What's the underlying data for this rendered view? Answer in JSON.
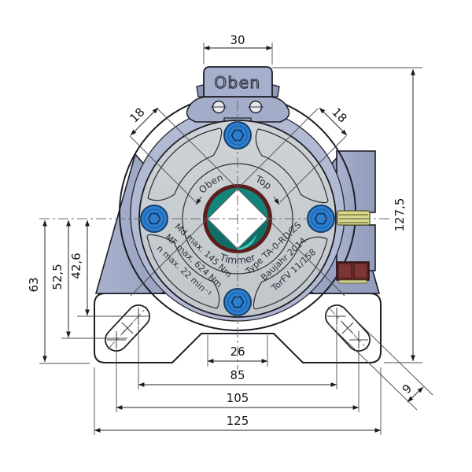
{
  "drawing": {
    "type": "technical-dimension-drawing",
    "units_style": "german-decimal-comma"
  },
  "dimensions": {
    "tab_width": "30",
    "flange_left": "18",
    "flange_right": "18",
    "overall_height": "127,5",
    "base_bottom_height": "63",
    "slot_outer_height": "52,5",
    "slot_inner_height": "42,6",
    "notch_width": "26",
    "hole_spacing_inner": "85",
    "hole_spacing_outer": "105",
    "base_width": "125",
    "slot_width": "9"
  },
  "labels": {
    "tab": "Oben",
    "dial_left": "Oben",
    "dial_right": "Top",
    "brand": "Timmer"
  },
  "specs": {
    "torque_md": "Md max. 145 Nm",
    "torque_mf": "MF max. 624 Nm",
    "speed": "n  max. 22 min⁻¹",
    "type": "Type TA-0-RD/ZS",
    "year": "Baujahr 2014",
    "approval": "TorFV 11/158"
  },
  "colors": {
    "housing_slate": "#9ea7c4",
    "rim_slate": "#b1b9d3",
    "plate_gray": "#c9ced1",
    "bolt_blue": "#2b7ed2",
    "hub_teal": "#12857b",
    "ring_red": "#5c1e1c",
    "washer_khaki": "#d8d98c",
    "block_red": "#6f2f2d"
  }
}
